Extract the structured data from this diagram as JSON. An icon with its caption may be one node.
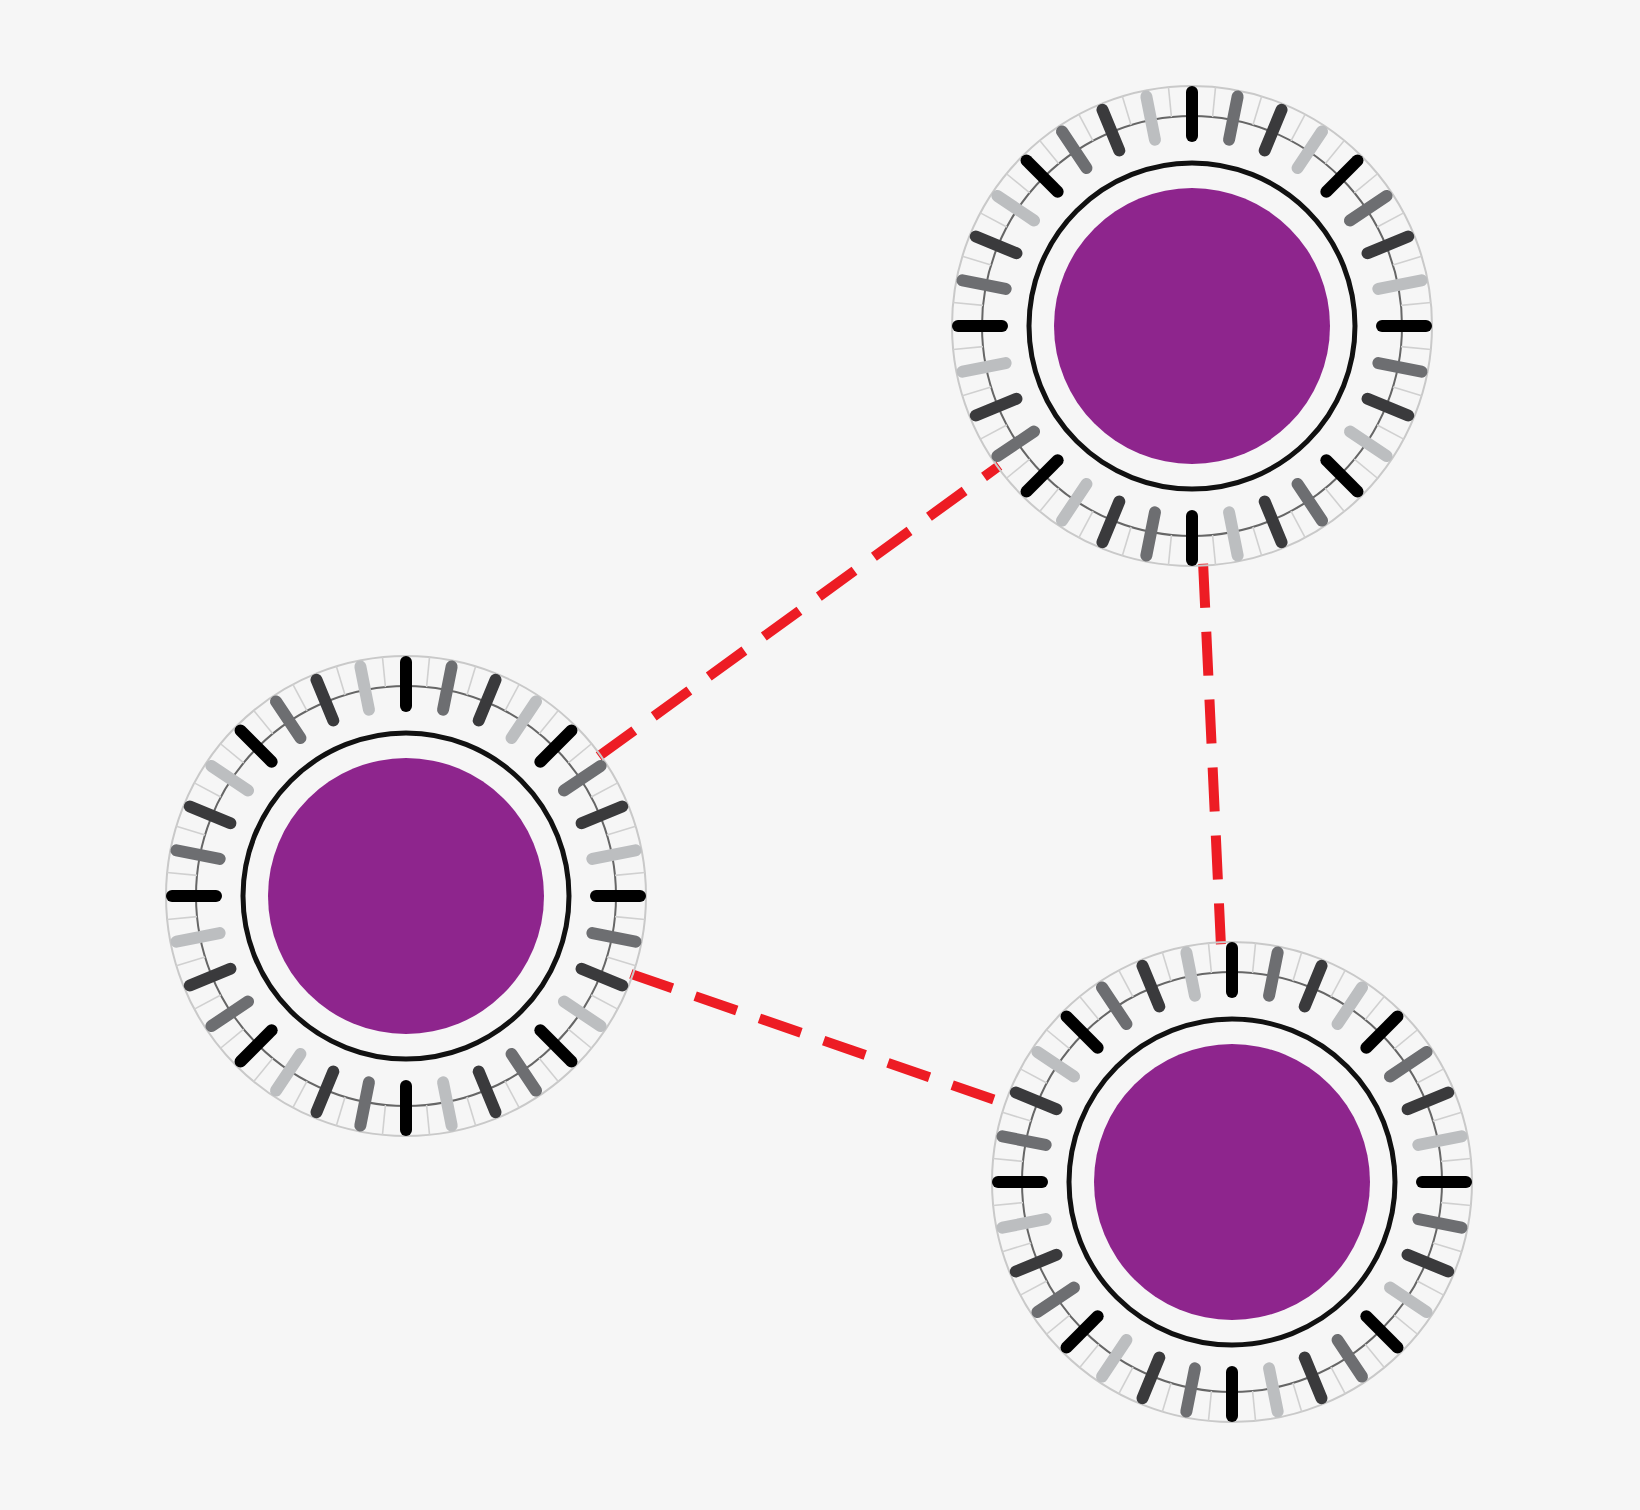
{
  "diagram": {
    "nodes": [
      {
        "text": [],
        "shape": "circle"
      },
      {
        "text": [],
        "shape": "circle"
      },
      {
        "text": [],
        "shape": "circle"
      }
    ],
    "edges": [
      {
        "from": 1,
        "to": 0,
        "arrow": "none",
        "style": "dashed"
      },
      {
        "from": 1,
        "to": 2,
        "arrow": "none",
        "style": "dashed"
      },
      {
        "from": 0,
        "to": 2,
        "arrow": "none",
        "style": "dashed"
      }
    ]
  }
}
